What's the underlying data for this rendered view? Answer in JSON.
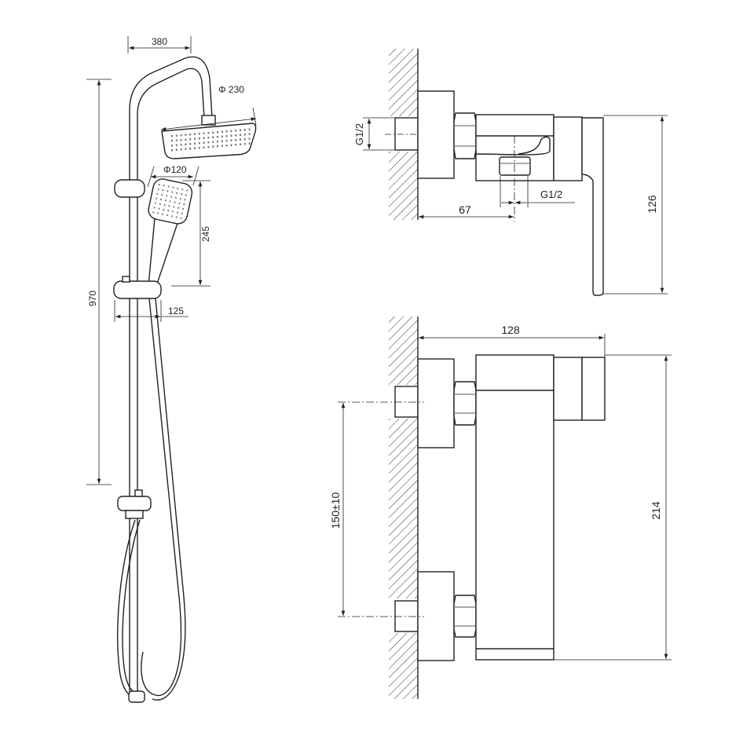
{
  "shower_set": {
    "width_380": "380",
    "head_diameter": "Φ 230",
    "hand_diameter": "Φ120",
    "hand_height": "245",
    "total_height": "970",
    "slider_offset": "125"
  },
  "valve_side": {
    "inlet_thread": "G1/2",
    "outlet_depth": "67",
    "outlet_thread": "G1/2",
    "height_126": "126"
  },
  "valve_front": {
    "width_128": "128",
    "spacing": "150±10",
    "height_214": "214"
  }
}
